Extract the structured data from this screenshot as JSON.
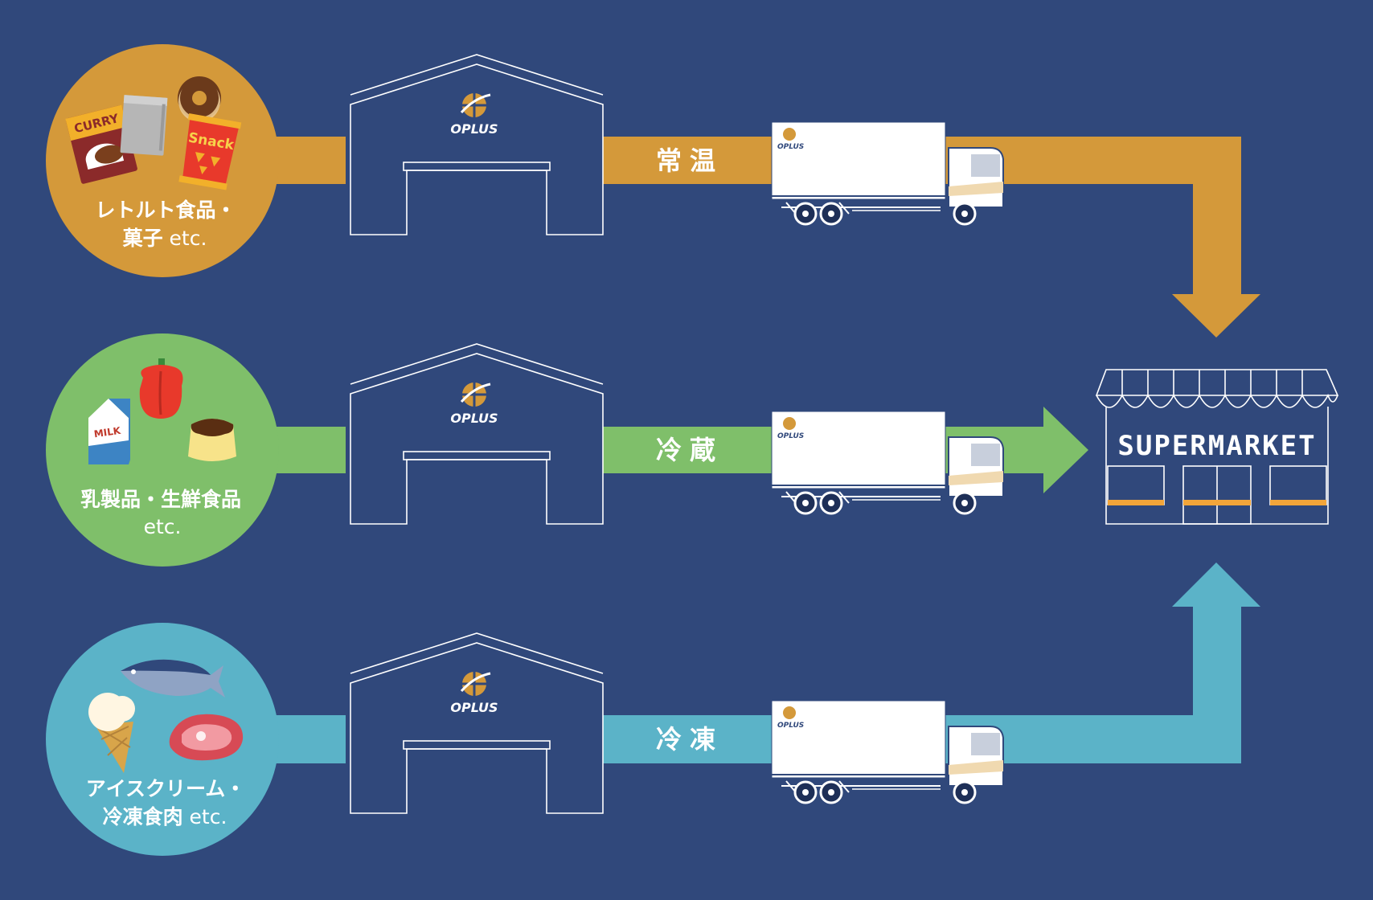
{
  "colors": {
    "background": "#30487b",
    "ambient": "#d4993a",
    "chilled": "#7fbf6a",
    "frozen": "#5bb3c8"
  },
  "flows": [
    {
      "temperature_label": "常温",
      "category_line1": "レトルト食品・",
      "category_line2_main": "菓子",
      "category_line2_etc": " etc.",
      "warehouse_brand": "OPLUS",
      "truck_brand": "OPLUS",
      "item_icons": [
        "curry-pouch-icon",
        "retort-pouch-icon",
        "donut-icon",
        "snack-bag-icon"
      ],
      "item_texts": {
        "curry": "CURRY",
        "snack": "Snack"
      }
    },
    {
      "temperature_label": "冷蔵",
      "category_line1": "乳製品・生鮮食品",
      "category_line2_main": "",
      "category_line2_etc": "etc.",
      "warehouse_brand": "OPLUS",
      "truck_brand": "OPLUS",
      "item_icons": [
        "milk-carton-icon",
        "bell-pepper-icon",
        "pudding-icon"
      ],
      "item_texts": {
        "milk": "MILK"
      }
    },
    {
      "temperature_label": "冷凍",
      "category_line1": "アイスクリーム・",
      "category_line2_main": "冷凍食肉",
      "category_line2_etc": " etc.",
      "warehouse_brand": "OPLUS",
      "truck_brand": "OPLUS",
      "item_icons": [
        "fish-icon",
        "ice-cream-icon",
        "steak-icon"
      ],
      "item_texts": {}
    }
  ],
  "store": {
    "sign": "SUPERMARKET"
  }
}
